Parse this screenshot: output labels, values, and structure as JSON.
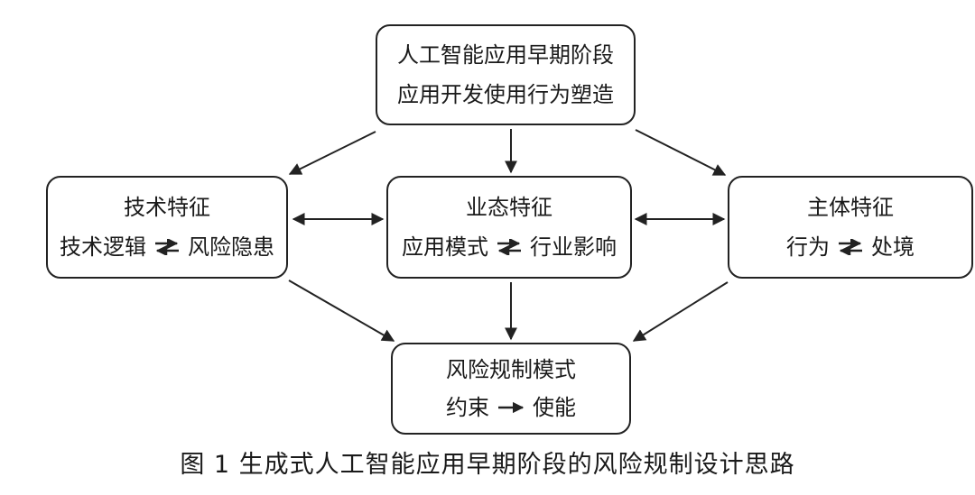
{
  "diagram": {
    "top": {
      "line1": "人工智能应用早期阶段",
      "line2": "应用开发使用行为塑造"
    },
    "left": {
      "title": "技术特征",
      "from": "技术逻辑",
      "to": "风险隐患"
    },
    "center": {
      "title": "业态特征",
      "from": "应用模式",
      "to": "行业影响"
    },
    "right": {
      "title": "主体特征",
      "from": "行为",
      "to": "处境"
    },
    "bottom": {
      "title": "风险规制模式",
      "from": "约束",
      "to": "使能"
    }
  },
  "caption": "图 1  生成式人工智能应用早期阶段的风险规制设计思路"
}
